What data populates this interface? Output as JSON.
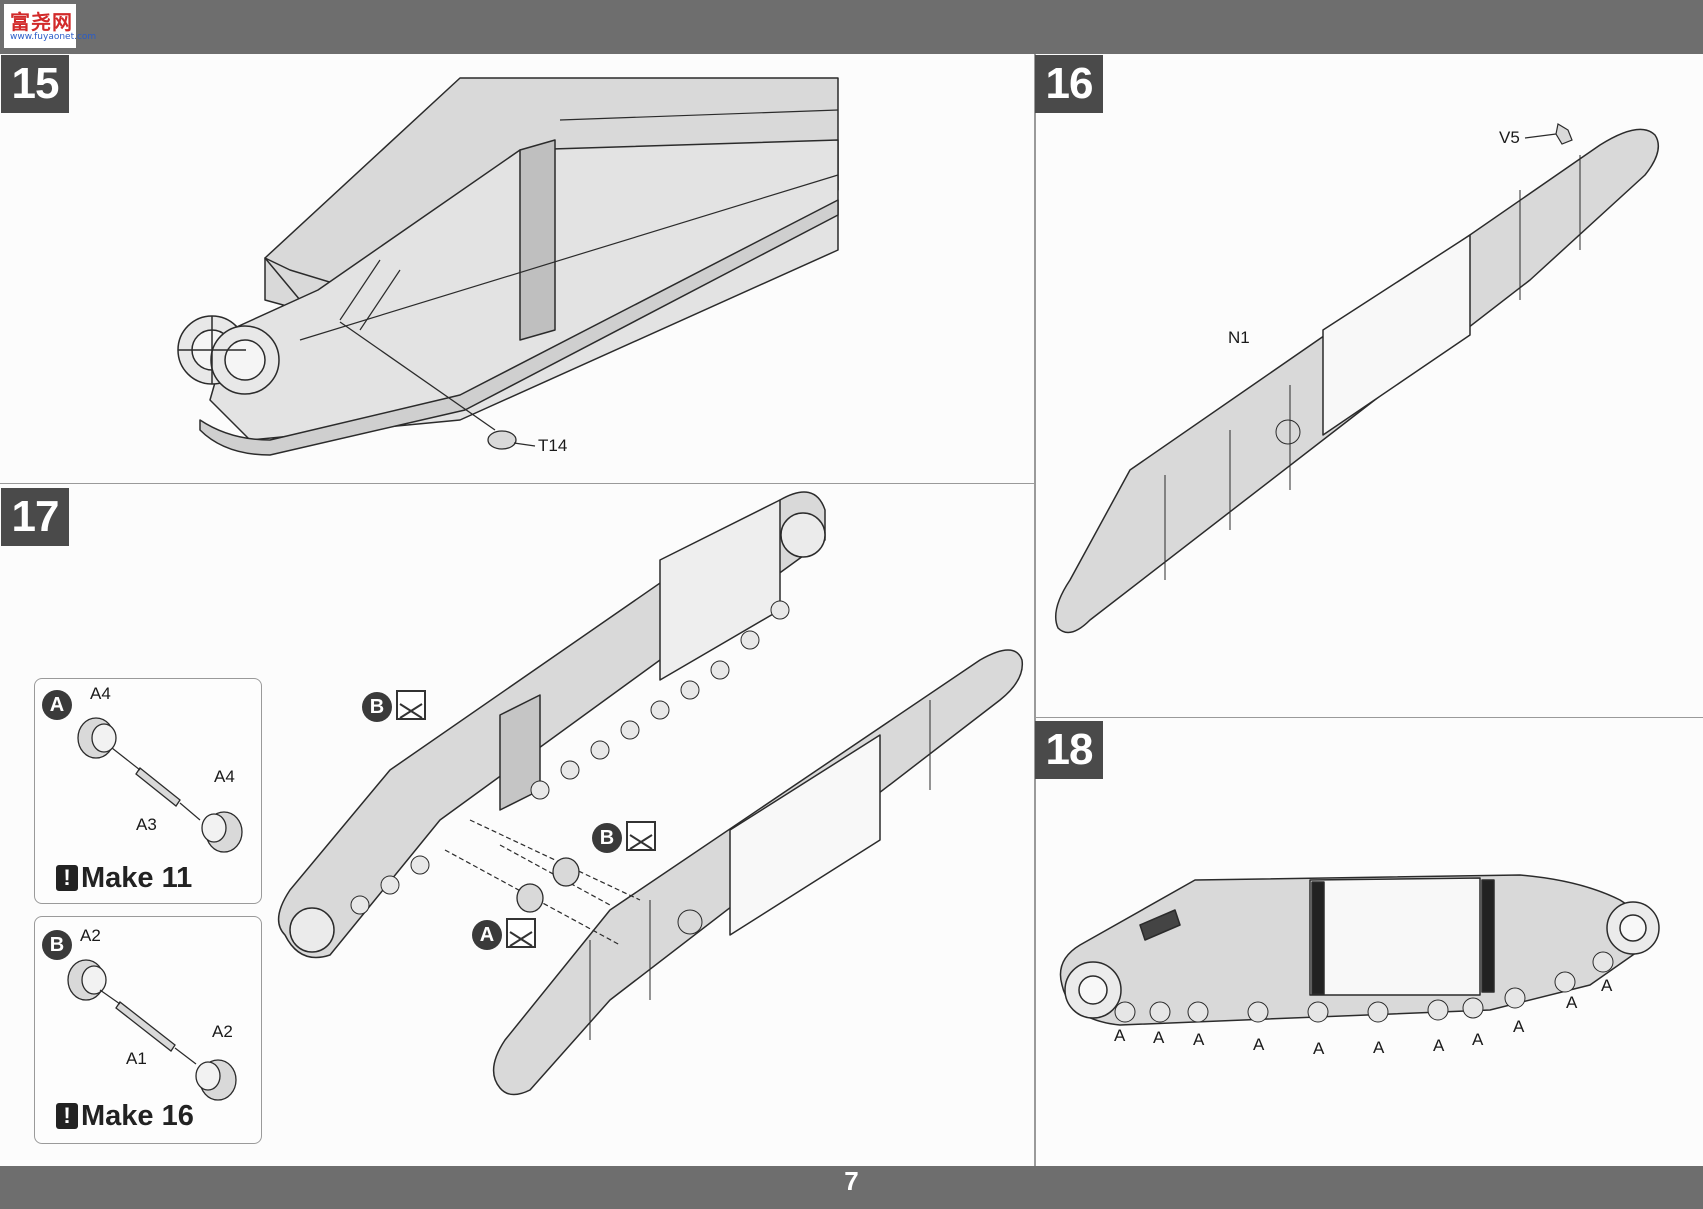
{
  "header": {
    "logo_main": "富尧网",
    "logo_sub": "www.fuyaonet.com"
  },
  "footer": {
    "page_number": "7"
  },
  "steps": {
    "s15": {
      "number": "15",
      "parts": {
        "t14": "T14"
      }
    },
    "s16": {
      "number": "16",
      "parts": {
        "v5": "V5",
        "n1": "N1"
      }
    },
    "s17": {
      "number": "17",
      "sub_a": {
        "marker": "A",
        "parts": {
          "a4_top": "A4",
          "a4_right": "A4",
          "a3": "A3"
        },
        "note": "Make 11"
      },
      "sub_b": {
        "marker": "B",
        "parts": {
          "a2_top": "A2",
          "a2_right": "A2",
          "a1": "A1"
        },
        "note": "Make 16"
      },
      "callouts": {
        "b": "B",
        "b2": "B",
        "a": "A"
      }
    },
    "s18": {
      "number": "18",
      "wheel_labels": [
        "A",
        "A",
        "A",
        "A",
        "A",
        "A",
        "A",
        "A",
        "A",
        "A",
        "A"
      ]
    }
  },
  "colors": {
    "bars": "#6e6e6e",
    "badge": "#4a4a4a",
    "part_fill": "#d9d9d9",
    "line": "#2b2b2b"
  }
}
